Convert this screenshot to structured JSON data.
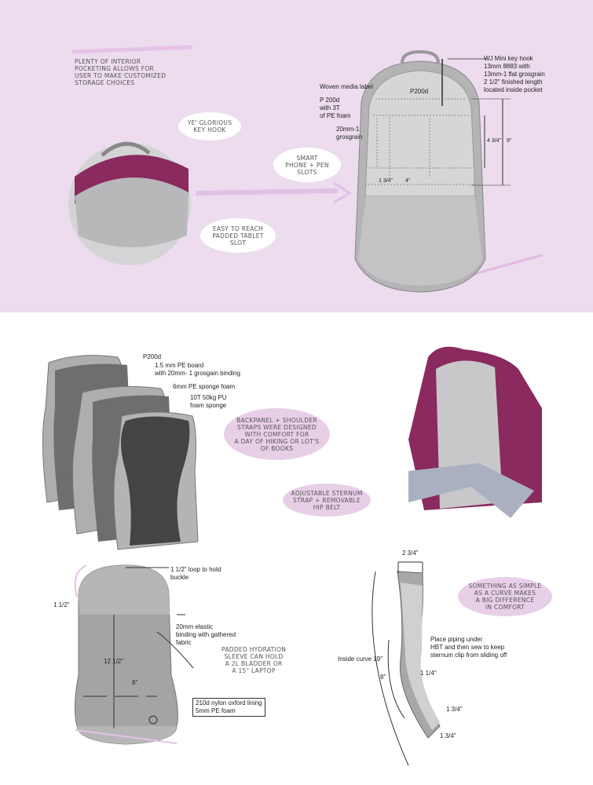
{
  "top": {
    "callouts": {
      "interior": "Plenty of interior\npocketing allows for\nuser to make customized\nstorage choices",
      "key_hook": "Ye' glorious\nkey hook",
      "tablet": "Easy to reach\npadded tablet\nslot",
      "phone": "Smart\nphone + pen\nslots"
    },
    "specs": {
      "key_hook": "WJ Mini key hook\n13mm 8883 with\n13mm-1 flat grosgrain\n2 1/2\" finished length\nlocated inside pocket",
      "media_label": "Woven media label",
      "p200d": "P200d",
      "p200d_foam": "P 200d\nwith 3T\nof PE foam",
      "grosgrain": "20mm-1\ngrosgrain",
      "dim_4_3_4": "4 3/4\"",
      "dim_9": "9\"",
      "dim_1_3_4": "1 3/4\"",
      "dim_4": "4\""
    }
  },
  "layers": {
    "p200d": "P200d",
    "pe_board": "1.5 mm PE board\nwith 20mm- 1 grosgain binding",
    "sponge": "6mm PE sponge foam",
    "pu_foam": "10T 50kg PU\nfoam sponge"
  },
  "callouts2": {
    "backpanel": "Backpanel + shoulder\nstraps were designed\nwith comfort for\na day of hiking or lot's\nof books",
    "sternum": "Adjustable sternum\nstrap + removable\nhip belt",
    "hydration": "Padded hydration\nsleeve can hold\na 2L bladder or\na 15\" laptop",
    "curve": "Something as simple\nas a curve makes\na big difference\nin comfort"
  },
  "panel": {
    "loop": "1 1/2\" loop to hold\nbuckle",
    "dim_1_1_2": "1 1/2\"",
    "elastic": "20mm elastic\nbinding with gathered\nfabric",
    "dim_12_1_2": "12 1/2\"",
    "dim_8": "8\"",
    "lining": "210d nylon oxford lining\n5mm PE foam"
  },
  "strap": {
    "dim_2_3_4": "2 3/4\"",
    "piping": "Place piping under\nHBT and then sew to keep\nsternum clip from sliding off",
    "inside_curve": "Inside curve 19\"",
    "dim_8": "8\"",
    "dim_1_1_4": "1 1/4\"",
    "dim_1_3_4a": "1 3/4\"",
    "dim_1_3_4b": "1 3/4\""
  },
  "colors": {
    "top_bg": "#ecdcee",
    "bubble": "#e8cfe8",
    "plum": "#8a2a5e",
    "gray": "#c8c8ca",
    "dark": "#6a6a6c"
  }
}
